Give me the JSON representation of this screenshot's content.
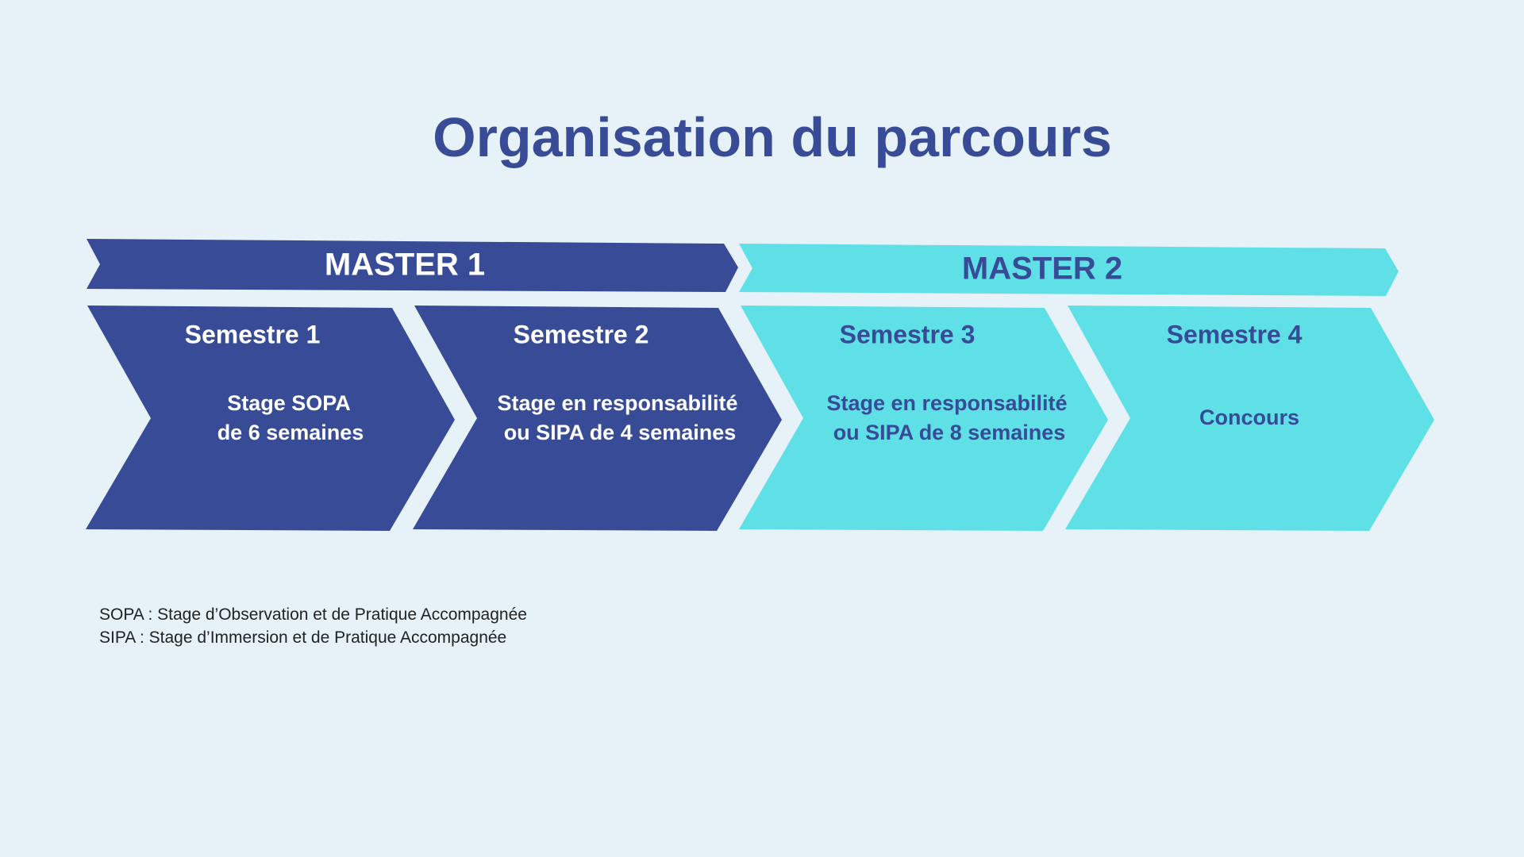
{
  "title": "Organisation du parcours",
  "colors": {
    "background": "#e6f1f8",
    "dark_blue": "#374b96",
    "cyan": "#5ee0e6",
    "white": "#ffffff"
  },
  "banners": [
    {
      "label": "MASTER 1",
      "color": "dark_blue",
      "text_color": "white"
    },
    {
      "label": "MASTER 2",
      "color": "cyan",
      "text_color": "dark_blue"
    }
  ],
  "semesters": [
    {
      "title": "Semestre 1",
      "lines": [
        "Stage SOPA",
        "de 6 semaines"
      ],
      "color": "dark_blue",
      "text_color": "white"
    },
    {
      "title": "Semestre 2",
      "lines": [
        "Stage en responsabilité",
        "ou SIPA de 4 semaines"
      ],
      "color": "dark_blue",
      "text_color": "white"
    },
    {
      "title": "Semestre 3",
      "lines": [
        "Stage en responsabilité",
        "ou SIPA de 8 semaines"
      ],
      "color": "cyan",
      "text_color": "dark_blue"
    },
    {
      "title": "Semestre 4",
      "lines": [
        "Concours"
      ],
      "color": "cyan",
      "text_color": "dark_blue"
    }
  ],
  "legend": [
    "SOPA : Stage d’Observation et de Pratique Accompagnée",
    "SIPA : Stage d’Immersion et de Pratique Accompagnée"
  ]
}
